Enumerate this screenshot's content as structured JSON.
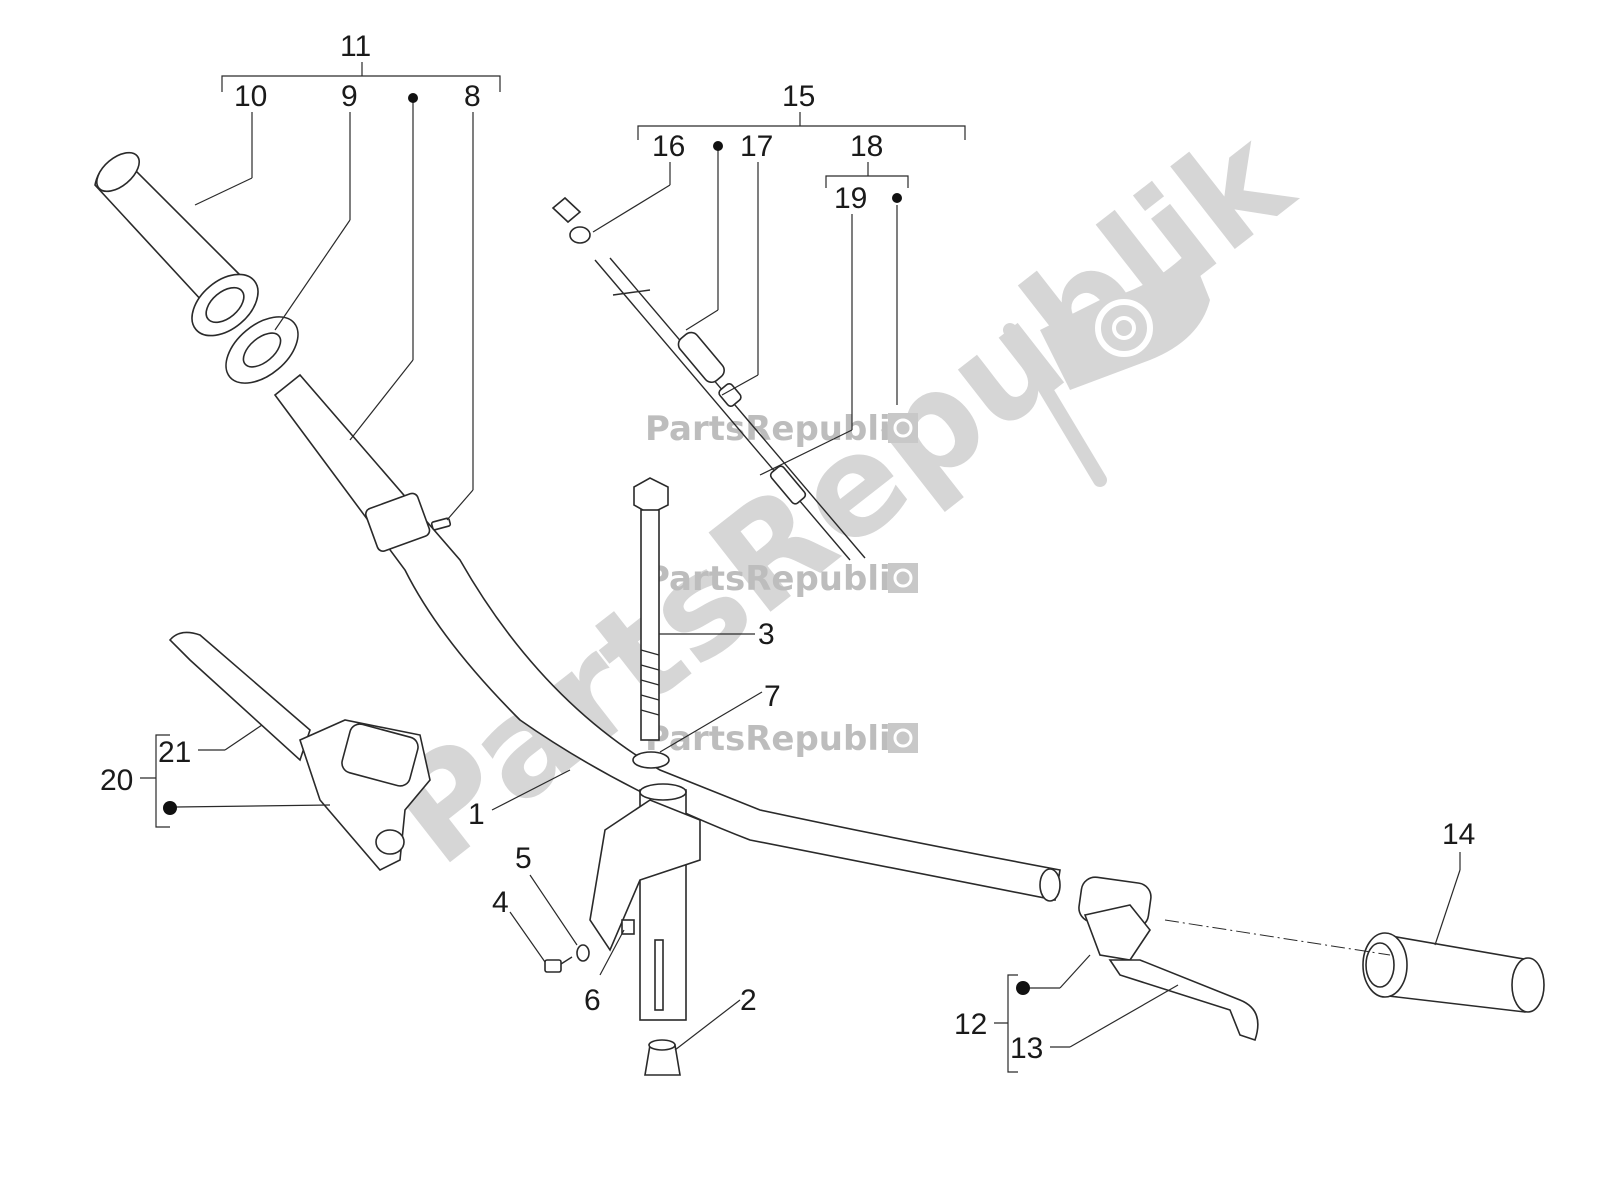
{
  "labels": {
    "n1": "1",
    "n2": "2",
    "n3": "3",
    "n4": "4",
    "n5": "5",
    "n6": "6",
    "n7": "7",
    "n8": "8",
    "n9": "9",
    "n10": "10",
    "n11": "11",
    "n12": "12",
    "n13": "13",
    "n14": "14",
    "n15": "15",
    "n16": "16",
    "n17": "17",
    "n18": "18",
    "n19": "19",
    "n20": "20",
    "n21": "21"
  },
  "watermark": {
    "brand": "PartsRepublik",
    "brand_large": "PartsRepublik",
    "gear_icon": "gear-icon",
    "color": "#c8c8c8"
  }
}
